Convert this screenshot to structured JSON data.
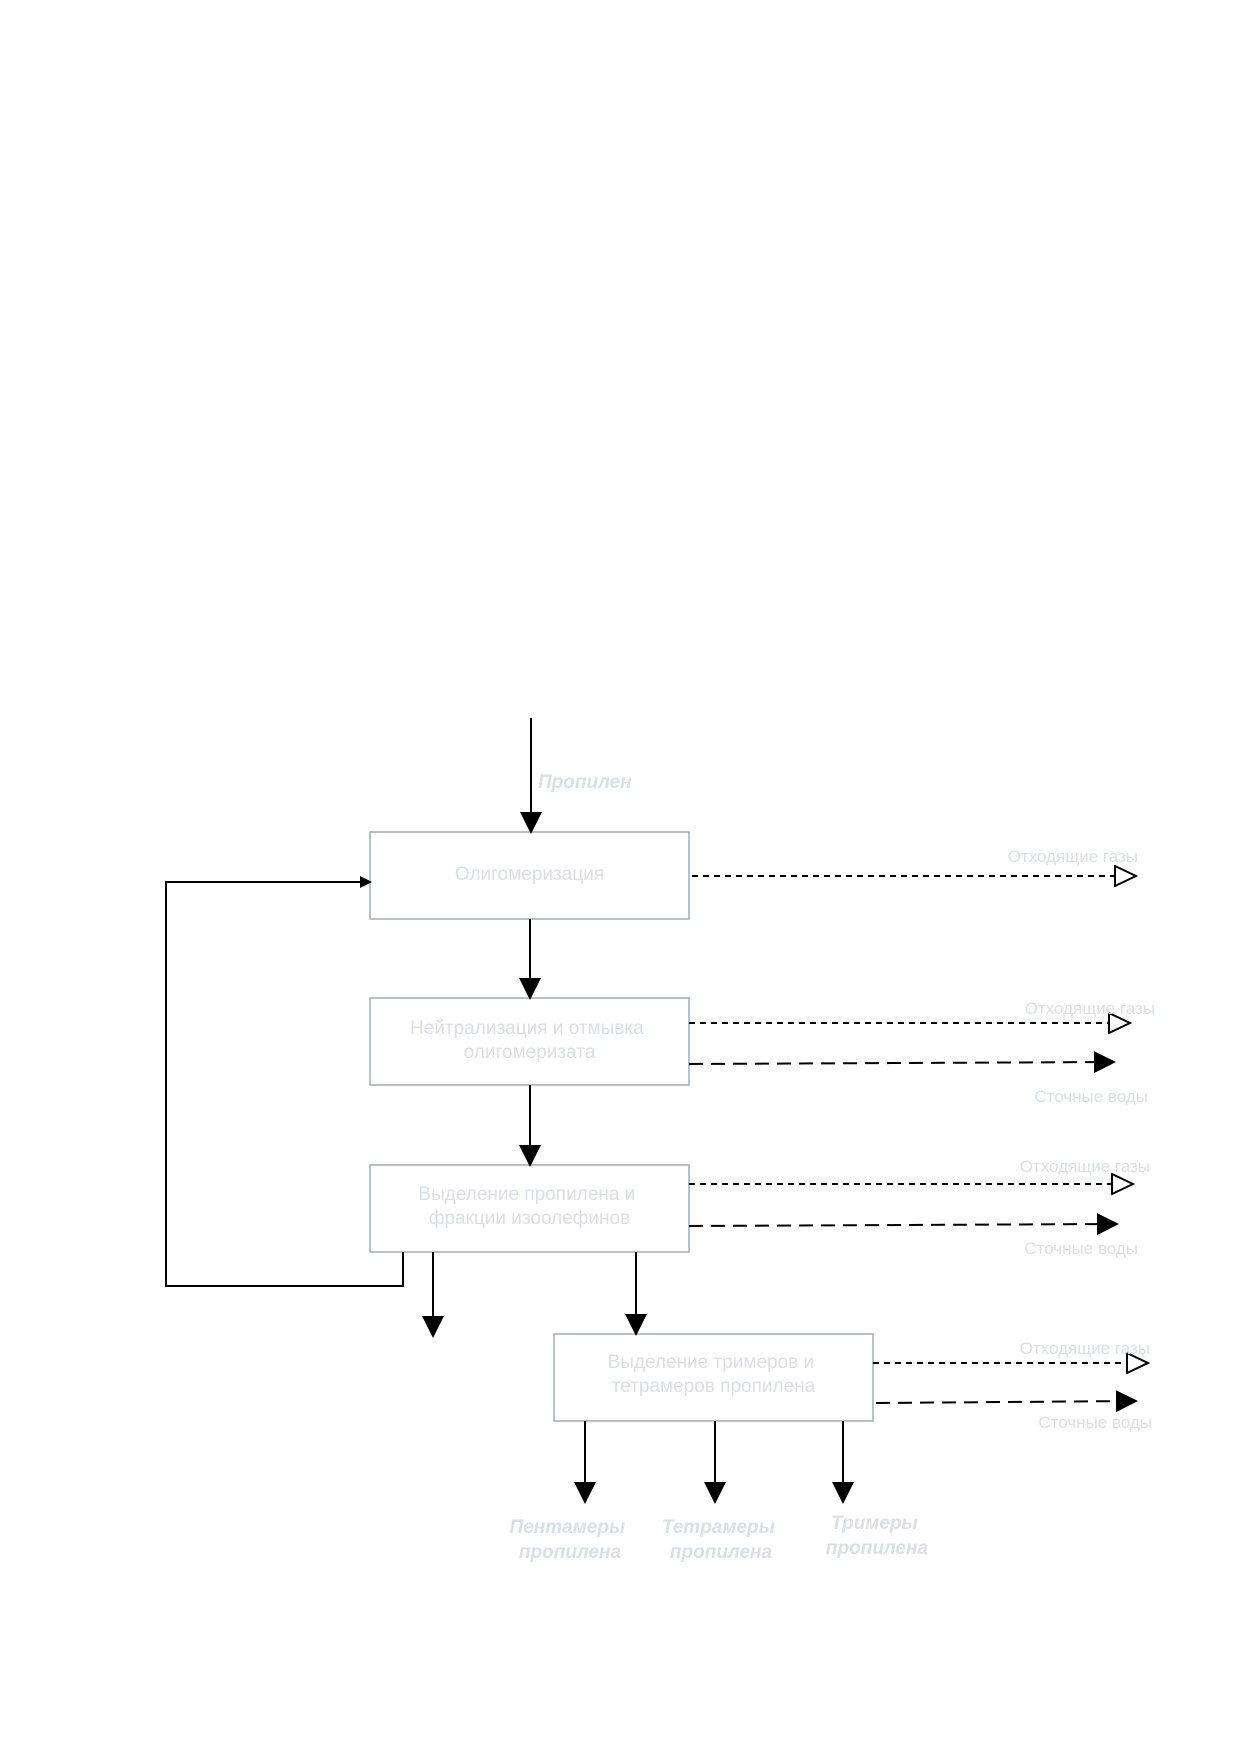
{
  "nodes": [
    {
      "id": "oligomerization",
      "lines": [
        "Олигомеризация"
      ]
    },
    {
      "id": "neutralization",
      "lines": [
        "Нейтрализация и отмывка",
        "олигомеризата"
      ]
    },
    {
      "id": "propylene_separation",
      "lines": [
        "Выделение пропилена и",
        "фракции изоолефинов"
      ]
    },
    {
      "id": "trimer_separation",
      "lines": [
        "Выделение тримеров и",
        "тетрамеров пропилена"
      ]
    }
  ],
  "inputs": {
    "propylene": "Пропилен"
  },
  "side_outputs": {
    "offgas_1": "Отходящие газы",
    "offgas_2": "Отходящие газы",
    "wastewater_2": "Сточные воды",
    "offgas_3": "Отходящие газы",
    "wastewater_3": "Сточные воды",
    "offgas_4": "Отходящие газы",
    "wastewater_4": "Сточные воды"
  },
  "products": {
    "pentamers": [
      "Пентамеры",
      "пропилена"
    ],
    "tetramers": [
      "Тетрамеры",
      "пропилена"
    ],
    "trimers": [
      "Тримеры",
      "пропилена"
    ]
  }
}
